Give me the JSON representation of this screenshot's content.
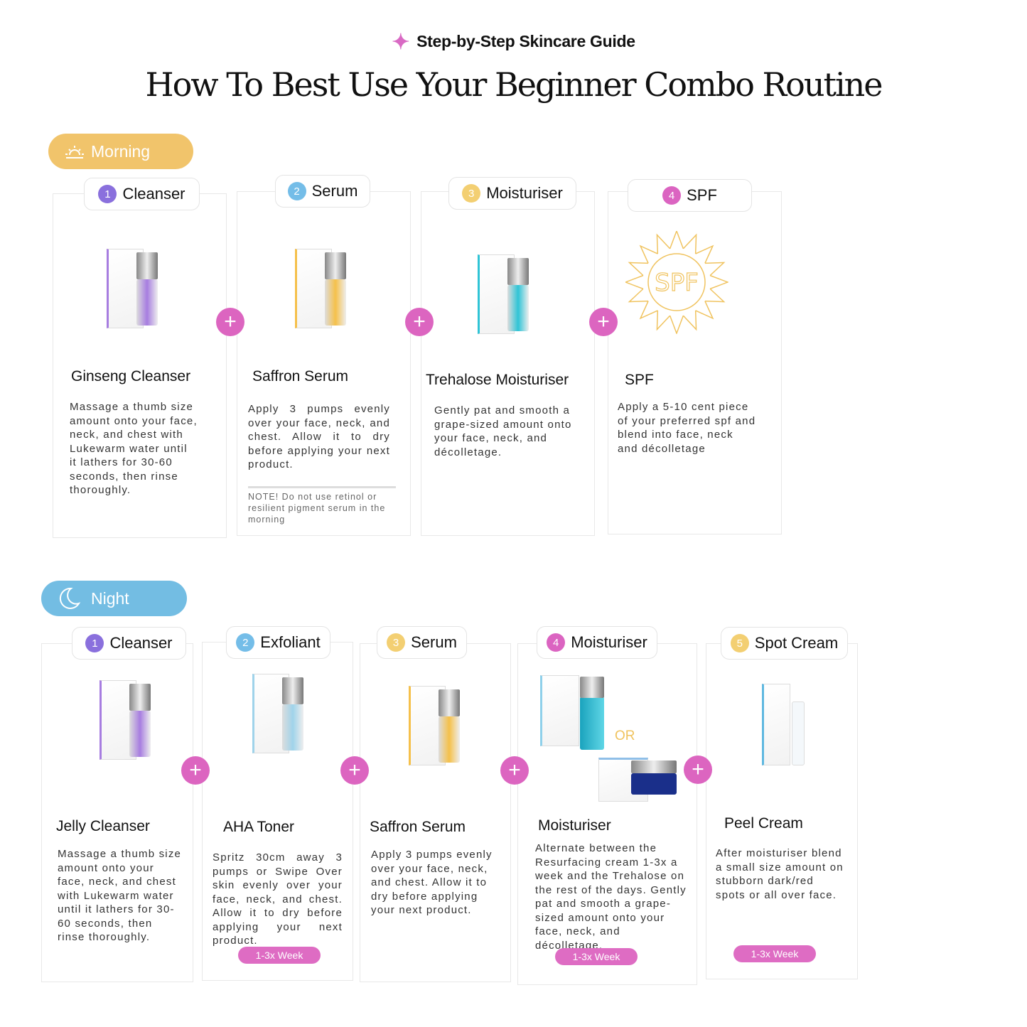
{
  "header": {
    "subtitle": "Step-by-Step Skincare Guide",
    "title": "How To Best Use Your Beginner Combo  Routine"
  },
  "colors": {
    "morning": "#f1c46b",
    "night": "#73bde3",
    "plus": "#dc65c0",
    "step1": "#8a70dd",
    "step2": "#74bde8",
    "step3": "#f3cf72",
    "step4": "#db64c1",
    "step5": "#f3cf72"
  },
  "morning": {
    "label": "Morning",
    "steps": [
      {
        "num": "1",
        "tab": "Cleanser",
        "product": "Ginseng Cleanser",
        "desc": "Massage a thumb size amount onto your face, neck, and chest with Lukewarm water until it lathers for 30-60 seconds, then rinse thoroughly."
      },
      {
        "num": "2",
        "tab": "Serum",
        "product": "Saffron Serum",
        "desc": "Apply 3 pumps evenly over your face, neck, and chest. Allow it to dry before applying your next product.",
        "note": "NOTE! Do not  use retinol or resilient pigment serum in the morning"
      },
      {
        "num": "3",
        "tab": "Moisturiser",
        "product": "Trehalose Moisturiser",
        "desc": "Gently pat and smooth a grape-sized amount onto your face, neck, and décolletage."
      },
      {
        "num": "4",
        "tab": "SPF",
        "product": "SPF",
        "desc": "Apply a 5-10 cent piece of your preferred spf and blend into face, neck and décolletage",
        "image_text": "SPF"
      }
    ]
  },
  "night": {
    "label": "Night",
    "or_label": "OR",
    "steps": [
      {
        "num": "1",
        "tab": "Cleanser",
        "product": "Jelly  Cleanser",
        "desc": "Massage a thumb size amount onto your face, neck, and chest with Lukewarm water until it lathers for 30-60 seconds, then rinse thoroughly."
      },
      {
        "num": "2",
        "tab": "Exfoliant",
        "product": "AHA Toner",
        "desc": "Spritz 30cm away 3 pumps or Swipe Over skin evenly over your face, neck, and chest. Allow it to dry before applying your next product.",
        "frequency": "1-3x Week"
      },
      {
        "num": "3",
        "tab": "Serum",
        "product": "Saffron Serum",
        "desc": "Apply 3 pumps evenly over your face, neck, and chest. Allow it to dry before applying your next product."
      },
      {
        "num": "4",
        "tab": "Moisturiser",
        "product": "Moisturiser",
        "desc": "Alternate between the Resurfacing cream 1-3x a week and the Trehalose on the rest of the days. Gently pat and smooth a grape-sized amount onto your face, neck, and décolletage.",
        "frequency": "1-3x Week"
      },
      {
        "num": "5",
        "tab": "Spot Cream",
        "product": "Peel Cream",
        "desc": "After moisturiser blend a small size amount on stubborn dark/red spots or all over face.",
        "frequency": "1-3x Week"
      }
    ]
  }
}
